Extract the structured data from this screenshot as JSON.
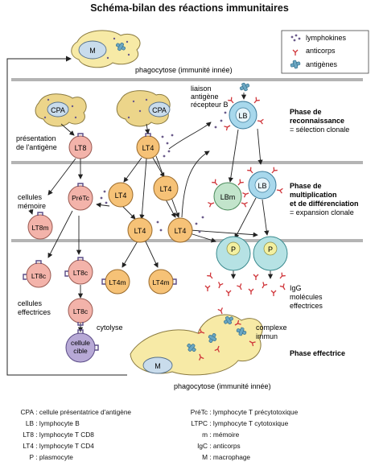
{
  "title": "Schéma-bilan des réactions immunitaires",
  "legend_box": {
    "lymphokines": "lymphokines",
    "anticorps": "anticorps",
    "antigenes": "antigènes"
  },
  "phases": {
    "recognition_title_1": "Phase de",
    "recognition_title_2": "reconnaissance",
    "recognition_sub": "= sélection clonale",
    "multiplication_title_1": "Phase de",
    "multiplication_title_2": "multiplication",
    "multiplication_title_3": "et de différenciation",
    "multiplication_sub": "= expansion clonale",
    "effector_title": "Phase effectrice"
  },
  "labels": {
    "phagocytose_top": "phagocytose (immunité innée)",
    "phagocytose_bottom": "phagocytose (immunité innée)",
    "liaison_1": "liaison",
    "liaison_2": "antigène",
    "liaison_3": "récepteur B",
    "presentation_1": "présentation",
    "presentation_2": "de l'antigène",
    "memoire_1": "cellules",
    "memoire_2": "mémoire",
    "effectrices_1": "cellules",
    "effectrices_2": "effectrices",
    "igg_1": "IgG",
    "igg_2": "molécules",
    "igg_3": "effectrices",
    "cytolyse": "cytolyse",
    "complexe_1": "complexe",
    "complexe_2": "immun"
  },
  "cells": {
    "m_top": "M",
    "m_bottom": "M",
    "cpa_left": "CPA",
    "cpa_right": "CPA",
    "lt8_top": "LT8",
    "lt4_top": "LT4",
    "lb_top": "LB",
    "lb_mid": "LB",
    "lbm": "LBm",
    "pretc": "PréTc",
    "lt8m": "LT8m",
    "lt4_a": "LT4",
    "lt4_b": "LT4",
    "lt4_c": "LT4",
    "lt4_d": "LT4",
    "lt8c_left": "LT8c",
    "lt8c_mid": "LT8c",
    "lt8c_low": "LT8c",
    "lt4m_a": "LT4m",
    "lt4m_b": "LT4m",
    "p_left": "P",
    "p_right": "P",
    "cible_1": "cellule",
    "cible_2": "cible"
  },
  "abbrev_left": [
    {
      "abbr": "CPA",
      "def": "cellule présentatrice d'antigène"
    },
    {
      "abbr": "LB",
      "def": "lymphocyte B"
    },
    {
      "abbr": "LT8",
      "def": "lymphocyte T CD8"
    },
    {
      "abbr": "LT4",
      "def": "lymphocyte T CD4"
    },
    {
      "abbr": "P",
      "def": "plasmocyte"
    }
  ],
  "abbrev_right": [
    {
      "abbr": "PréTc",
      "def": "lymphocyte T précytotoxique"
    },
    {
      "abbr": "LTPC",
      "def": "lymphocyte T cytotoxique"
    },
    {
      "abbr": "m",
      "def": "mémoire"
    },
    {
      "abbr": "IgC",
      "def": "anticorps"
    },
    {
      "abbr": "M",
      "def": "macrophage"
    }
  ],
  "colors": {
    "band": "#b4b4b4",
    "lt4_fill": "#f6c277",
    "lt8_fill": "#f3b3aa",
    "lb_fill": "#a8d8ec",
    "plasmocyte_fill": "#b6e2e4",
    "lbm_fill": "#c2e4cb",
    "cpa_fill": "#ecd58a",
    "macrophage_fill": "#f7eaa6",
    "cible_fill": "#b7a9d6",
    "antigen": "#6aa6c2",
    "antibody": "#d0353a",
    "lymphokine": "#6a5a8a"
  }
}
